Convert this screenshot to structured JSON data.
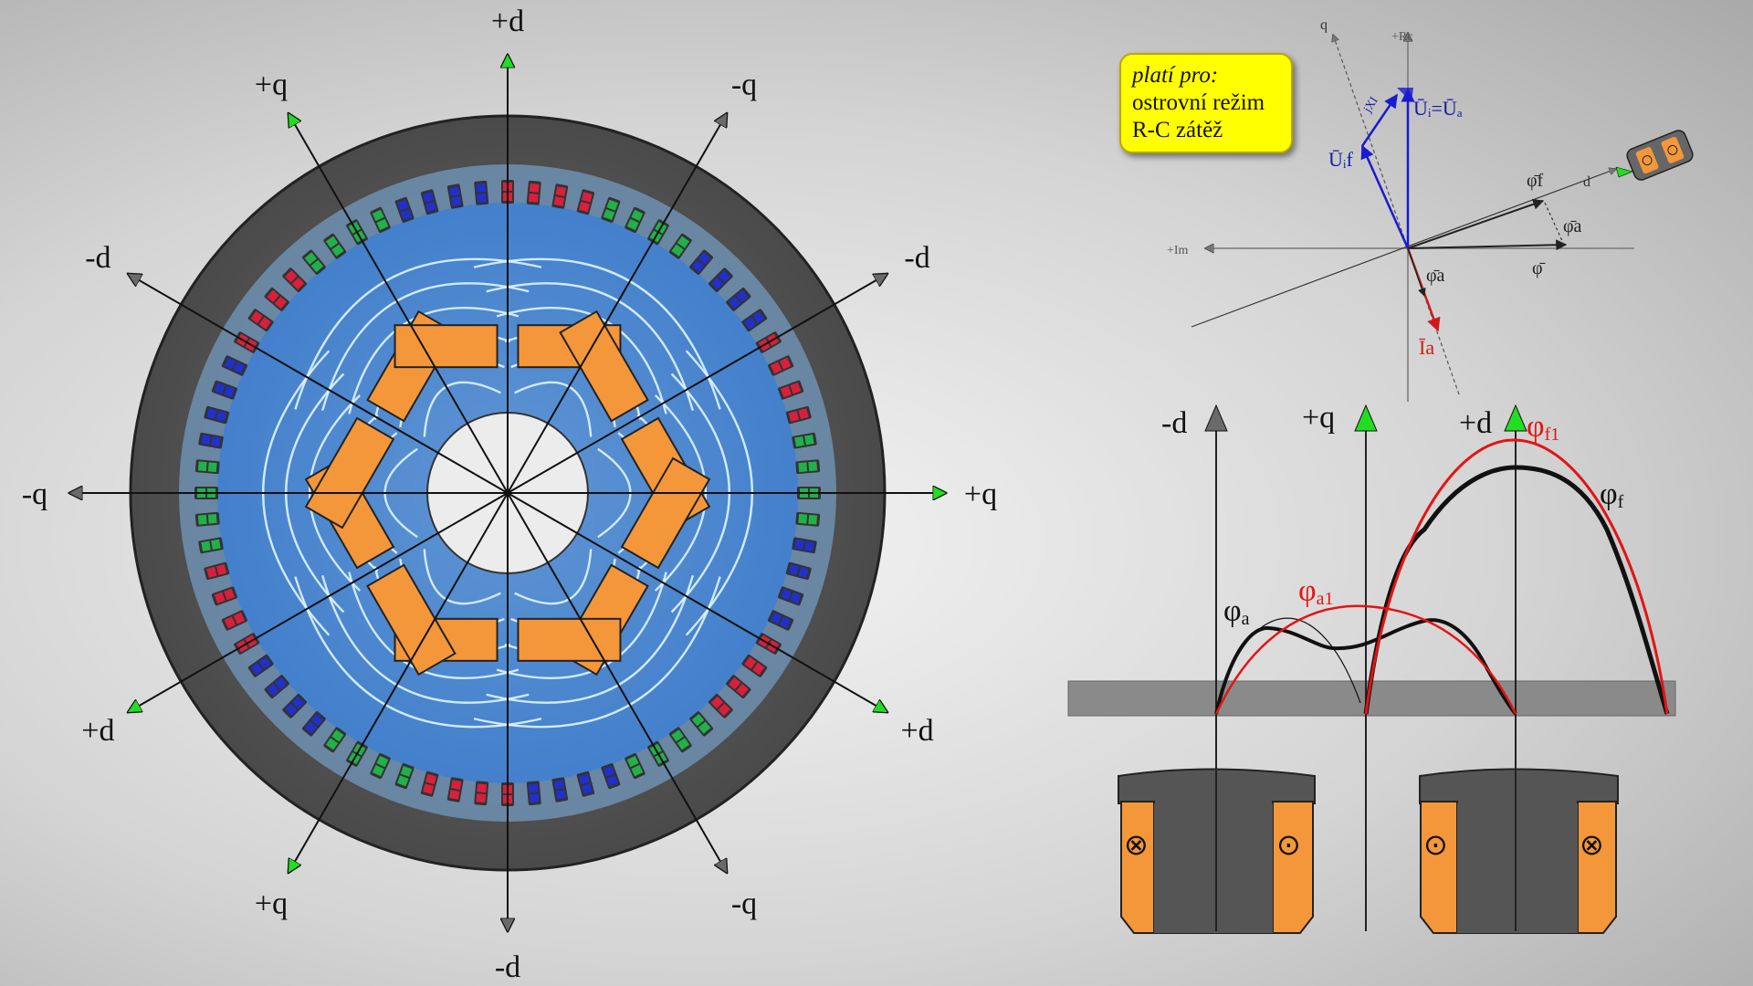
{
  "motor": {
    "axis_labels": [
      {
        "label": "+d",
        "angle": -90
      },
      {
        "label": "-q",
        "angle": -60
      },
      {
        "label": "-d",
        "angle": -30
      },
      {
        "label": "+q",
        "angle": 0
      },
      {
        "label": "+d",
        "angle": 30
      },
      {
        "label": "-q",
        "angle": 60
      },
      {
        "label": "-d",
        "angle": 90
      },
      {
        "label": "+q",
        "angle": 120
      },
      {
        "label": "+d",
        "angle": 150
      },
      {
        "label": "-q",
        "angle": 180
      },
      {
        "label": "-d",
        "angle": 210
      },
      {
        "label": "+q",
        "angle": 240
      }
    ],
    "pole_count": 6,
    "colors": {
      "stator": "#5a5a5a",
      "flux": "#4a8fdc",
      "pole": "#f4973a",
      "shaft": "#ececec",
      "phase_red": "#d8203c",
      "phase_green": "#22b04a",
      "phase_blue": "#2030c8",
      "arrow_green": "#22dd22",
      "arrow_gray": "#6a6a6a"
    }
  },
  "note": {
    "title": "platí pro:",
    "line1": "ostrovní režim",
    "line2": "R-C zátěž"
  },
  "phasor": {
    "axis_q": "q",
    "axis_rc": "+Rc",
    "axis_im": "+Im",
    "axis_d": "d",
    "ui_ua": "Ūᵢ=Ūₐ",
    "uif": "Ūᵢf",
    "jx": "jXI",
    "phi_f": "φ̄f",
    "phi_a_right": "φ̄a",
    "phi": "φ̄",
    "phi_a_low": "φ̄a",
    "ia": "Īa"
  },
  "waveform": {
    "axis_labels": [
      "-d",
      "+q",
      "+d"
    ],
    "phi_a": "φa",
    "phi_a1": "φa1",
    "phi_f": "φf",
    "phi_f1": "φf1",
    "phi_a_color": "#111111",
    "phi_a1_color": "#e31414",
    "phi_f_color": "#111111",
    "phi_f1_color": "#e31414"
  },
  "pole_symbols": {
    "left_pole": [
      "⊗",
      "⊙"
    ],
    "right_pole": [
      "⊙",
      "⊗"
    ]
  }
}
